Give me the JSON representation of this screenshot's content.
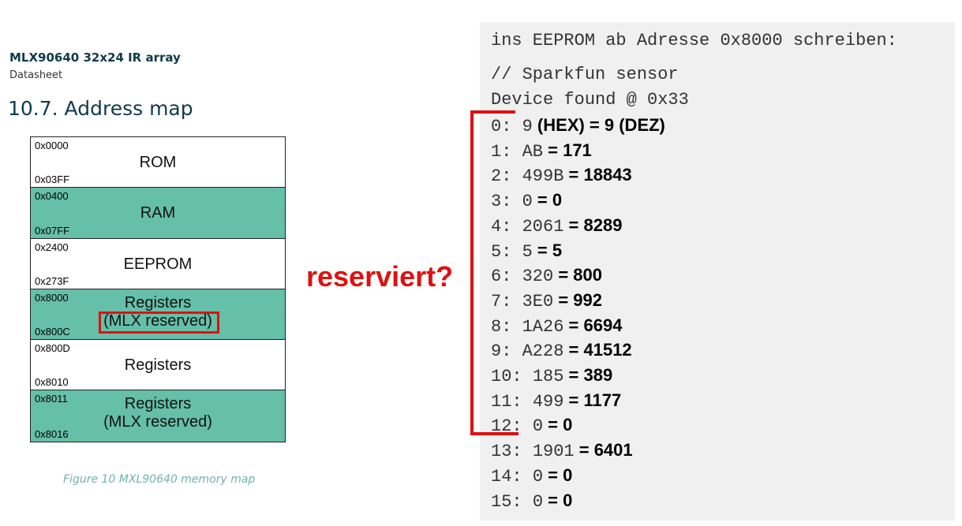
{
  "doc": {
    "title": "MLX90640 32x24 IR array",
    "subtitle": "Datasheet",
    "section": "10.7. Address map",
    "caption": "Figure 10 MXL90640 memory map"
  },
  "memory_map": [
    {
      "start": "0x0000",
      "end": "0x03FF",
      "label": "ROM",
      "label2": "",
      "color": "#ffffff"
    },
    {
      "start": "0x0400",
      "end": "0x07FF",
      "label": "RAM",
      "label2": "",
      "color": "#66bfa8"
    },
    {
      "start": "0x2400",
      "end": "0x273F",
      "label": "EEPROM",
      "label2": "",
      "color": "#ffffff"
    },
    {
      "start": "0x8000",
      "end": "0x800C",
      "label": "Registers",
      "label2": "(MLX reserved)",
      "color": "#66bfa8"
    },
    {
      "start": "0x800D",
      "end": "0x8010",
      "label": "Registers",
      "label2": "",
      "color": "#ffffff"
    },
    {
      "start": "0x8011",
      "end": "0x8016",
      "label": "Registers",
      "label2": "(MLX reserved)",
      "color": "#66bfa8"
    }
  ],
  "annotation": "reserviert?",
  "terminal": {
    "header": "ins EEPROM ab Adresse 0x8000 schreiben:",
    "comment": "// Sparkfun sensor",
    "device": "Device found @ 0x33",
    "rows": [
      {
        "idx": "0:",
        "hex": "9",
        "dec": " (HEX) = 9 (DEZ)"
      },
      {
        "idx": "1:",
        "hex": "AB",
        "dec": " = 171"
      },
      {
        "idx": "2:",
        "hex": "499B",
        "dec": " = 18843"
      },
      {
        "idx": "3:",
        "hex": "0",
        "dec": " = 0"
      },
      {
        "idx": "4:",
        "hex": "2061",
        "dec": " = 8289"
      },
      {
        "idx": "5:",
        "hex": "5",
        "dec": " = 5"
      },
      {
        "idx": "6:",
        "hex": "320",
        "dec": " = 800"
      },
      {
        "idx": "7:",
        "hex": "3E0",
        "dec": " = 992"
      },
      {
        "idx": "8:",
        "hex": "1A26",
        "dec": " = 6694"
      },
      {
        "idx": "9:",
        "hex": "A228",
        "dec": " = 41512"
      },
      {
        "idx": "10:",
        "hex": "185",
        "dec": " = 389"
      },
      {
        "idx": "11:",
        "hex": "499",
        "dec": " = 1177"
      },
      {
        "idx": "12:",
        "hex": "0",
        "dec": " = 0"
      },
      {
        "idx": "13:",
        "hex": "1901",
        "dec": " = 6401"
      },
      {
        "idx": "14:",
        "hex": "0",
        "dec": " = 0"
      },
      {
        "idx": "15:",
        "hex": "0",
        "dec": " = 0"
      }
    ]
  },
  "colors": {
    "accent_red": "#e01010",
    "teal": "#66bfa8",
    "panel_bg": "#f0f0f0"
  }
}
